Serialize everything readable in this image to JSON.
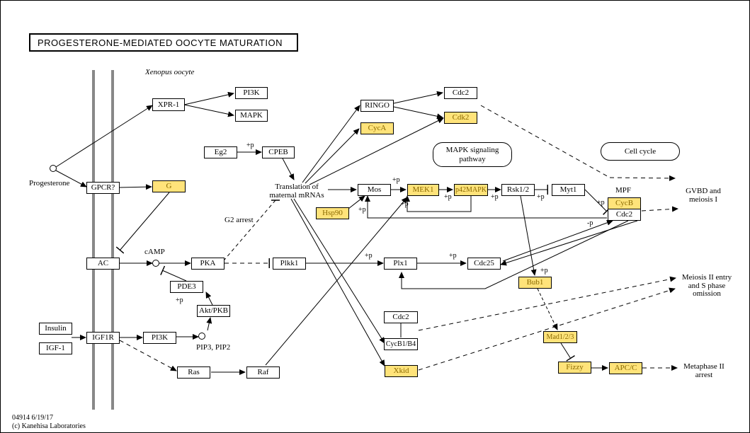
{
  "title": "PROGESTERONE-MEDIATED OOCYTE MATURATION",
  "organism": "Xenopus oocyte",
  "footer": {
    "id": "04914 6/19/17",
    "copyright": "(c) Kanehisa Laboratories"
  },
  "colors": {
    "highlight": "#ffe37a",
    "highlight_text": "#8a6a00",
    "membrane": "#888888"
  },
  "nodes": {
    "xpr1": "XPR-1",
    "pi3k_top": "PI3K",
    "mapk_top": "MAPK",
    "gpcr": "GPCR?",
    "g": "G",
    "eg2": "Eg2",
    "cpeb": "CPEB",
    "ringo": "RINGO",
    "cdc2_top": "Cdc2",
    "cdk2": "Cdk2",
    "cyca": "CycA",
    "mos": "Mos",
    "mek1": "MEK1",
    "p42mapk": "p42MAPK",
    "rsk12": "Rsk1/2",
    "myt1": "Myt1",
    "hsp90": "Hsp90",
    "cycb_mpf": "CycB",
    "cdc2_mpf": "Cdc2",
    "ac": "AC",
    "pka": "PKA",
    "plkk1": "Plkk1",
    "plx1": "Plx1",
    "cdc25": "Cdc25",
    "pde3": "PDE3",
    "aktpkb": "Akt/PKB",
    "bub1": "Bub1",
    "insulin": "Insulin",
    "igf1": "IGF-1",
    "igf1r": "IGF1R",
    "pi3k_low": "PI3K",
    "cdc2_low": "Cdc2",
    "cycb1b4": "CycB1/B4",
    "mad12": "Mad1/2/3",
    "ras": "Ras",
    "raf": "Raf",
    "xkid": "Xkid",
    "fizzy": "Fizzy",
    "apcc": "APC/C"
  },
  "labels": {
    "progesterone": "Progesterone",
    "translation": "Translation of maternal mRNAs",
    "g2arrest": "G2 arrest",
    "camp": "cAMP",
    "pip": "PIP3, PIP2",
    "mpf": "MPF",
    "gvbd": "GVBD and meiosis I",
    "meiosis2": "Meiosis II entry and S phase omission",
    "metaphase2": "Metaphase II arrest",
    "p_eg2": "+p",
    "p_mos": "+p",
    "p_mek1": "+p",
    "p_p42": "+p",
    "p_rsk": "+p",
    "p_hsp90": "+p",
    "p_plx1": "+p",
    "p_cdc25": "+p",
    "p_bub1": "+p",
    "p_pde3": "+p",
    "p_cdc2": "+p",
    "m_cdc2": "-p"
  },
  "pathways": {
    "mapk": "MAPK signaling pathway",
    "cellcycle": "Cell cycle"
  }
}
